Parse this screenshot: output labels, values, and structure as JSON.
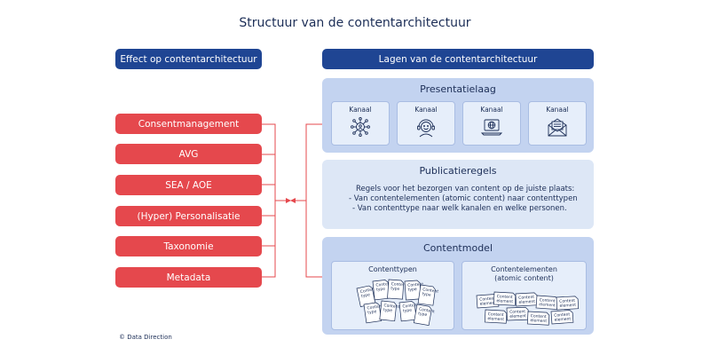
{
  "title": "Structuur van de contentarchitectuur",
  "left": {
    "header": "Effect op contentarchitectuur",
    "items": [
      "Consentmanagement",
      "AVG",
      "SEA / AOE",
      "(Hyper) Personalisatie",
      "Taxonomie",
      "Metadata"
    ]
  },
  "right": {
    "header": "Lagen van de contentarchitectuur",
    "presentation": {
      "title": "Presentatielaag",
      "channels": [
        {
          "label": "Kanaal",
          "icon": "network-icon"
        },
        {
          "label": "Kanaal",
          "icon": "smiley-person-icon"
        },
        {
          "label": "Kanaal",
          "icon": "laptop-globe-icon"
        },
        {
          "label": "Kanaal",
          "icon": "envelope-icon"
        }
      ]
    },
    "publication": {
      "title": "Publicatieregels",
      "line1": "Regels voor het bezorgen van content op de juiste plaats:",
      "line2": "-  Van contentelementen (atomic content) naar contenttypen",
      "line3": "-  Van contenttype naar welk kanalen en welke personen."
    },
    "contentmodel": {
      "title": "Contentmodel",
      "types": {
        "title": "Contenttypen",
        "doc_label_1": "Content",
        "doc_label_2": "type"
      },
      "elements": {
        "title_line1": "Contentelementen",
        "title_line2": "(atomic content)",
        "doc_label_1": "Content",
        "doc_label_2": "element"
      }
    }
  },
  "copyright": "© Data Direction",
  "colors": {
    "navy": "#1f4593",
    "red": "#e5484d",
    "panel": "#c3d3f0",
    "panel_light": "#dde7f6"
  }
}
